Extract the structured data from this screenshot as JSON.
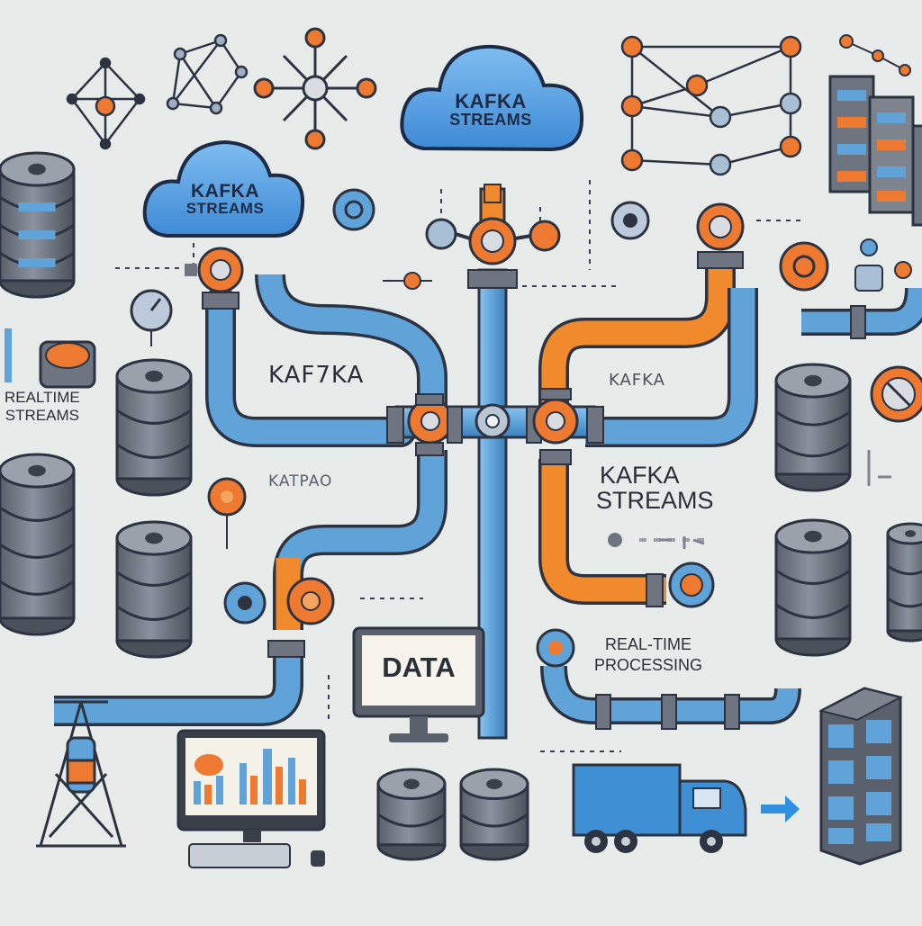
{
  "labels": {
    "cloud_top": [
      "KAFKA",
      "STREAMS"
    ],
    "cloud_left": [
      "KAFKA",
      "STREAMS"
    ],
    "kafka_main": "KAF7KA",
    "kafka_right": "KAFKA",
    "kafka_faded": "KATPAO",
    "streams_right": [
      "KAFKA",
      "STREAMS"
    ],
    "realtime_streams": [
      "REALTIME",
      "STREAMS"
    ],
    "monitor_data": "DATA",
    "realtime_processing": [
      "REAL-TIME",
      "PROCESSING"
    ]
  },
  "colors": {
    "background": "#e7ecea",
    "pipe_blue": "#5fa3d8",
    "pipe_orange": "#f08a2c",
    "node_orange": "#ee7a32",
    "steel": "#5d6470",
    "outline": "#2d3340",
    "cloud": "#4a9be0"
  },
  "icons": [
    "network-graph-icon",
    "star-network-icon",
    "cloud-icon",
    "database-icon",
    "server-rack-icon",
    "gauge-icon",
    "valve-icon",
    "monitor-icon",
    "truck-icon",
    "arrow-right-icon",
    "tower-icon",
    "bar-chart-icon"
  ]
}
